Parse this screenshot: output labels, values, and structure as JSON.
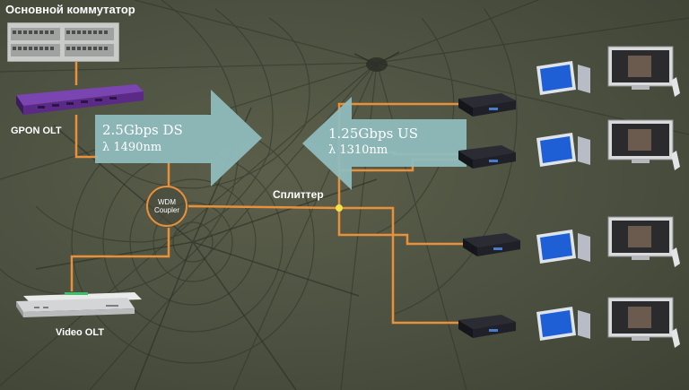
{
  "labels": {
    "main_switch": "Основной коммутатор",
    "gpon_olt": "GPON OLT",
    "video_olt": "Video OLT",
    "splitter": "Сплиттер",
    "wdm_line1": "WDM",
    "wdm_line2": "Coupler"
  },
  "downstream": {
    "rate": "2.5Gbps DS",
    "wavelength": "λ 1490nm"
  },
  "upstream": {
    "rate": "1.25Gbps US",
    "wavelength": "λ 1310nm"
  },
  "colors": {
    "fiber": "#e8913a",
    "arrow_fill": "#8fbcbd",
    "text": "#ffffff",
    "splitter_dot": "#f2e24a",
    "olt_purple": "#5a2a86",
    "wdm_circle": "#e8913a"
  },
  "icons": {
    "main_switch": "network-switch-icon",
    "gpon_olt": "olt-device-icon",
    "video_olt": "rack-server-icon",
    "onts": "ont-modem-icon",
    "pcs": "computer-monitor-icon",
    "tvs": "television-icon"
  }
}
